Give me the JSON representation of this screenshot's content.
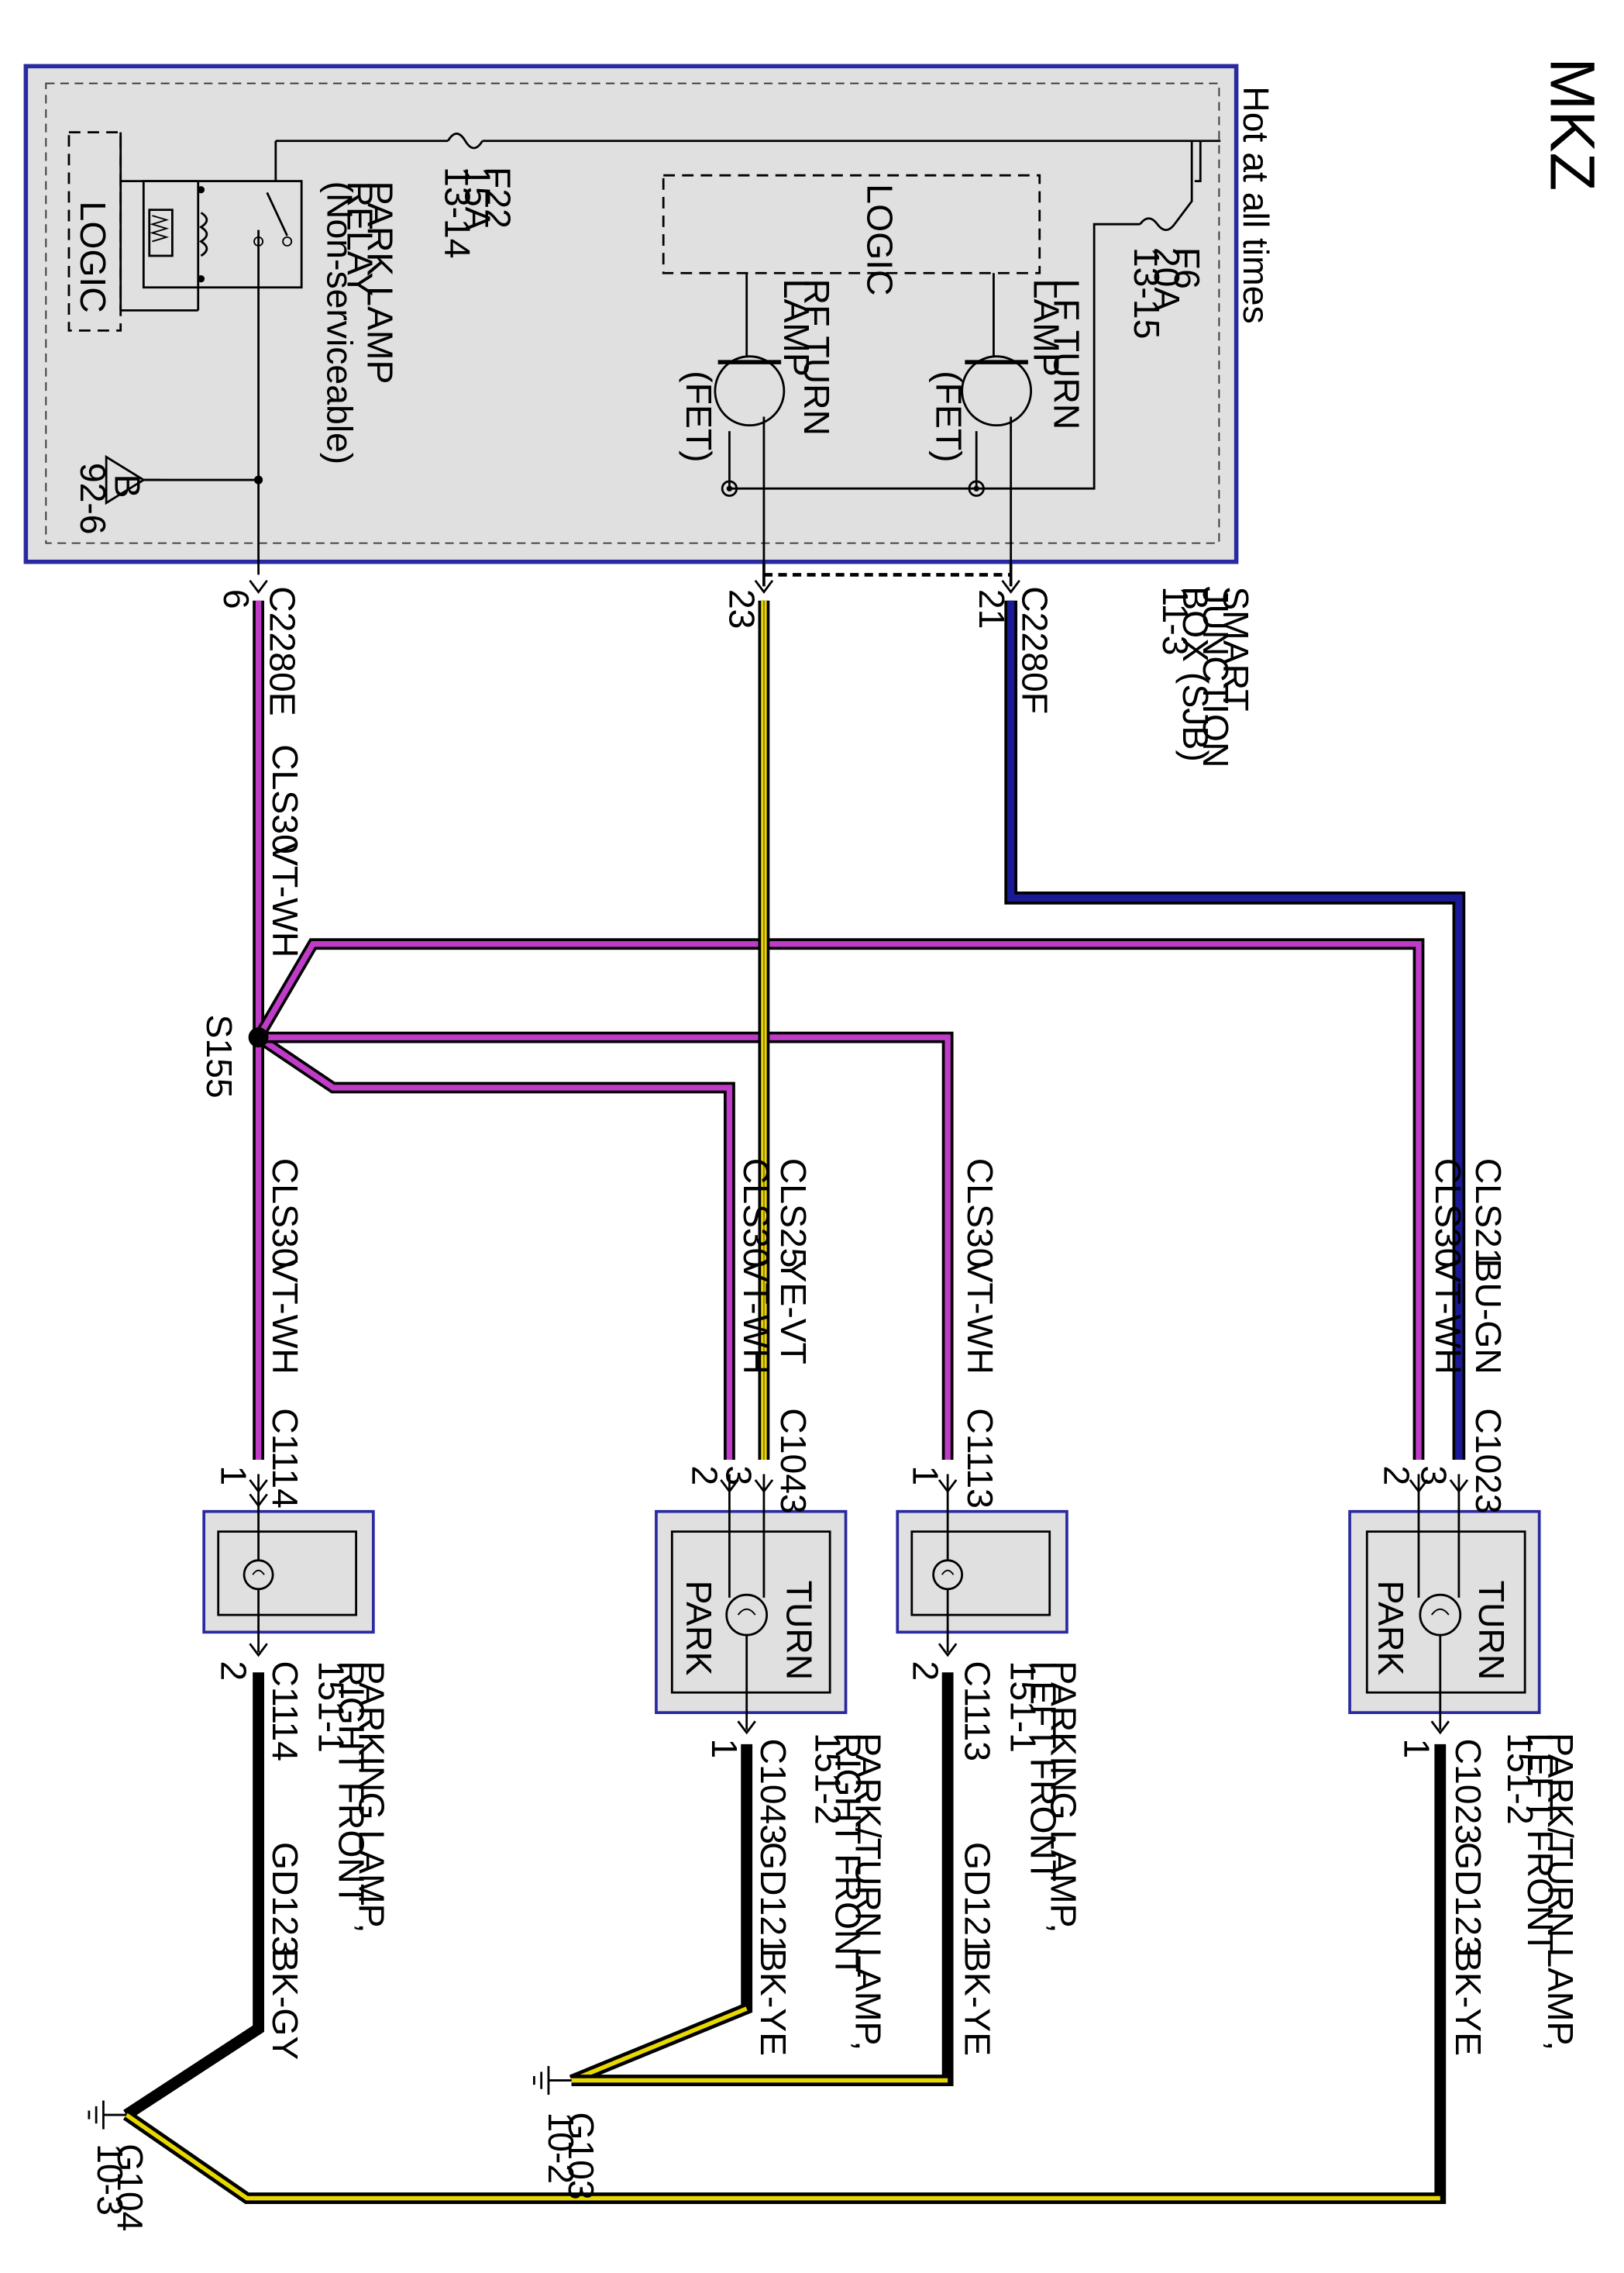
{
  "model": "MKZ",
  "sjb": {
    "name_lines": [
      "SMART",
      "JUNCTION",
      "BOX (SJB)",
      "11-3"
    ],
    "hot_label": "Hot at all times",
    "logic_left": "LOGIC",
    "logic_center": "LOGIC",
    "relay_lines": [
      "PARK LAMP",
      "RELAY",
      "(Non-serviceable)"
    ],
    "fuse_f22": [
      "F22",
      "15A",
      "13-14"
    ],
    "fuse_f6": [
      "F6",
      "20A",
      "13-15"
    ],
    "rf_turn_lines": [
      "RF TURN",
      "LAMP"
    ],
    "lf_turn_lines": [
      "LF TURN",
      "LAMP"
    ],
    "fet_label": "(FET)",
    "ground_ref": "92-6",
    "ground_symbol": "B"
  },
  "connectors": {
    "c2280e": "C2280E",
    "c2280f": "C2280F",
    "pin6": "6",
    "pin23": "23",
    "pin21": "21",
    "c1114": "C1114",
    "c1043": "C1043",
    "c1113": "C1113",
    "c1023": "C1023",
    "pin1": "1",
    "pin2": "2",
    "pin3": "3"
  },
  "splice": "S155",
  "wires": {
    "cls30": "CLS30",
    "vt_wh": "VT-WH",
    "cls25": "CLS25",
    "ye_vt": "YE-VT",
    "cls21": "CLS21",
    "bu_gn": "BU-GN",
    "gd123": "GD123",
    "gd121": "GD121",
    "bk_gy": "BK-GY",
    "bk_ye": "BK-YE"
  },
  "lamps": {
    "turn": "TURN",
    "park": "PARK",
    "park_rf_lines": [
      "PARKING LAMP,",
      "RIGHT FRONT",
      "151-1"
    ],
    "parkturn_rf_lines": [
      "PARK/TURN LAMP,",
      "RIGHT FRONT",
      "151-2"
    ],
    "park_lf_lines": [
      "PARKING LAMP,",
      "LEFT FRONT",
      "151-1"
    ],
    "parkturn_lf_lines": [
      "PARK/TURN LAMP,",
      "LEFT FRONT",
      "151-2"
    ]
  },
  "grounds": {
    "g104": [
      "G104",
      "10-3"
    ],
    "g103": [
      "G103",
      "10-2"
    ]
  },
  "colors": {
    "violet": "#c03cc8",
    "yellow": "#e8d800",
    "blue": "#1a1a96",
    "box_fill": "#e0e0e0",
    "box_border": "#2a2aa0"
  }
}
